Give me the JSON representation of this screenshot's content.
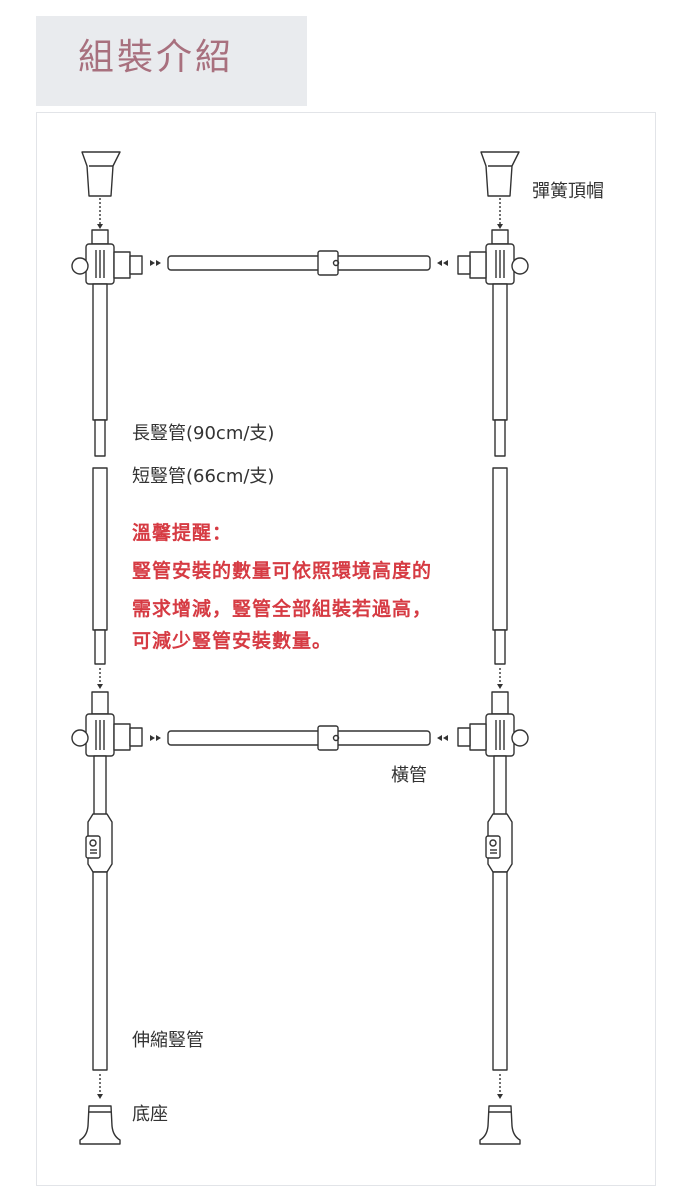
{
  "title": "組裝介紹",
  "labels": {
    "top_cap": "彈簧頂帽",
    "long_pole": "長豎管(90cm/支)",
    "short_pole": "短豎管(66cm/支)",
    "cross_bar": "橫管",
    "telescopic_pole": "伸縮豎管",
    "base": "底座"
  },
  "tip": {
    "heading": "溫馨提醒：",
    "line1": "豎管安裝的數量可依照環境高度的",
    "line2": "需求增減，豎管全部組裝若過高，",
    "line3": "可減少豎管安裝數量。"
  },
  "colors": {
    "title_text": "#a8707e",
    "title_bg": "#e9ebee",
    "tip_text": "#d63b43",
    "line": "#333333",
    "label_text": "#333333"
  }
}
